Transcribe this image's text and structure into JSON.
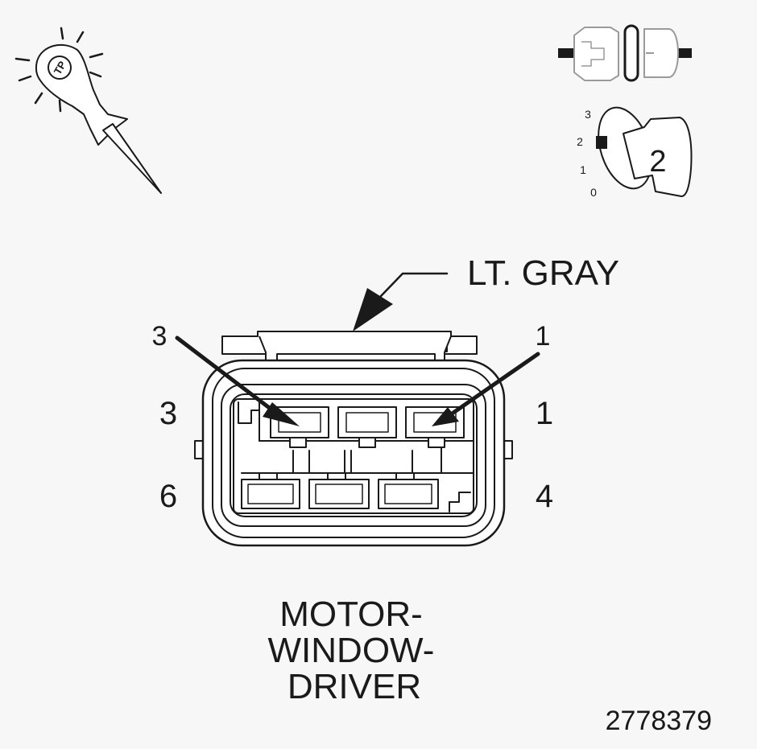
{
  "connector_color_label": "LT. GRAY",
  "pin_labels": {
    "pointer_left": "3",
    "pointer_right": "1",
    "row1_left": "3",
    "row1_right": "1",
    "row2_left": "6",
    "row2_right": "4"
  },
  "component_name": {
    "line1": "MOTOR-",
    "line2": "WINDOW-",
    "line3": "DRIVER"
  },
  "figure_number": "2778379",
  "ignition_key": {
    "position": "2",
    "scale": [
      "3",
      "2",
      "1",
      "0"
    ]
  },
  "probe_icon_text": "TP"
}
